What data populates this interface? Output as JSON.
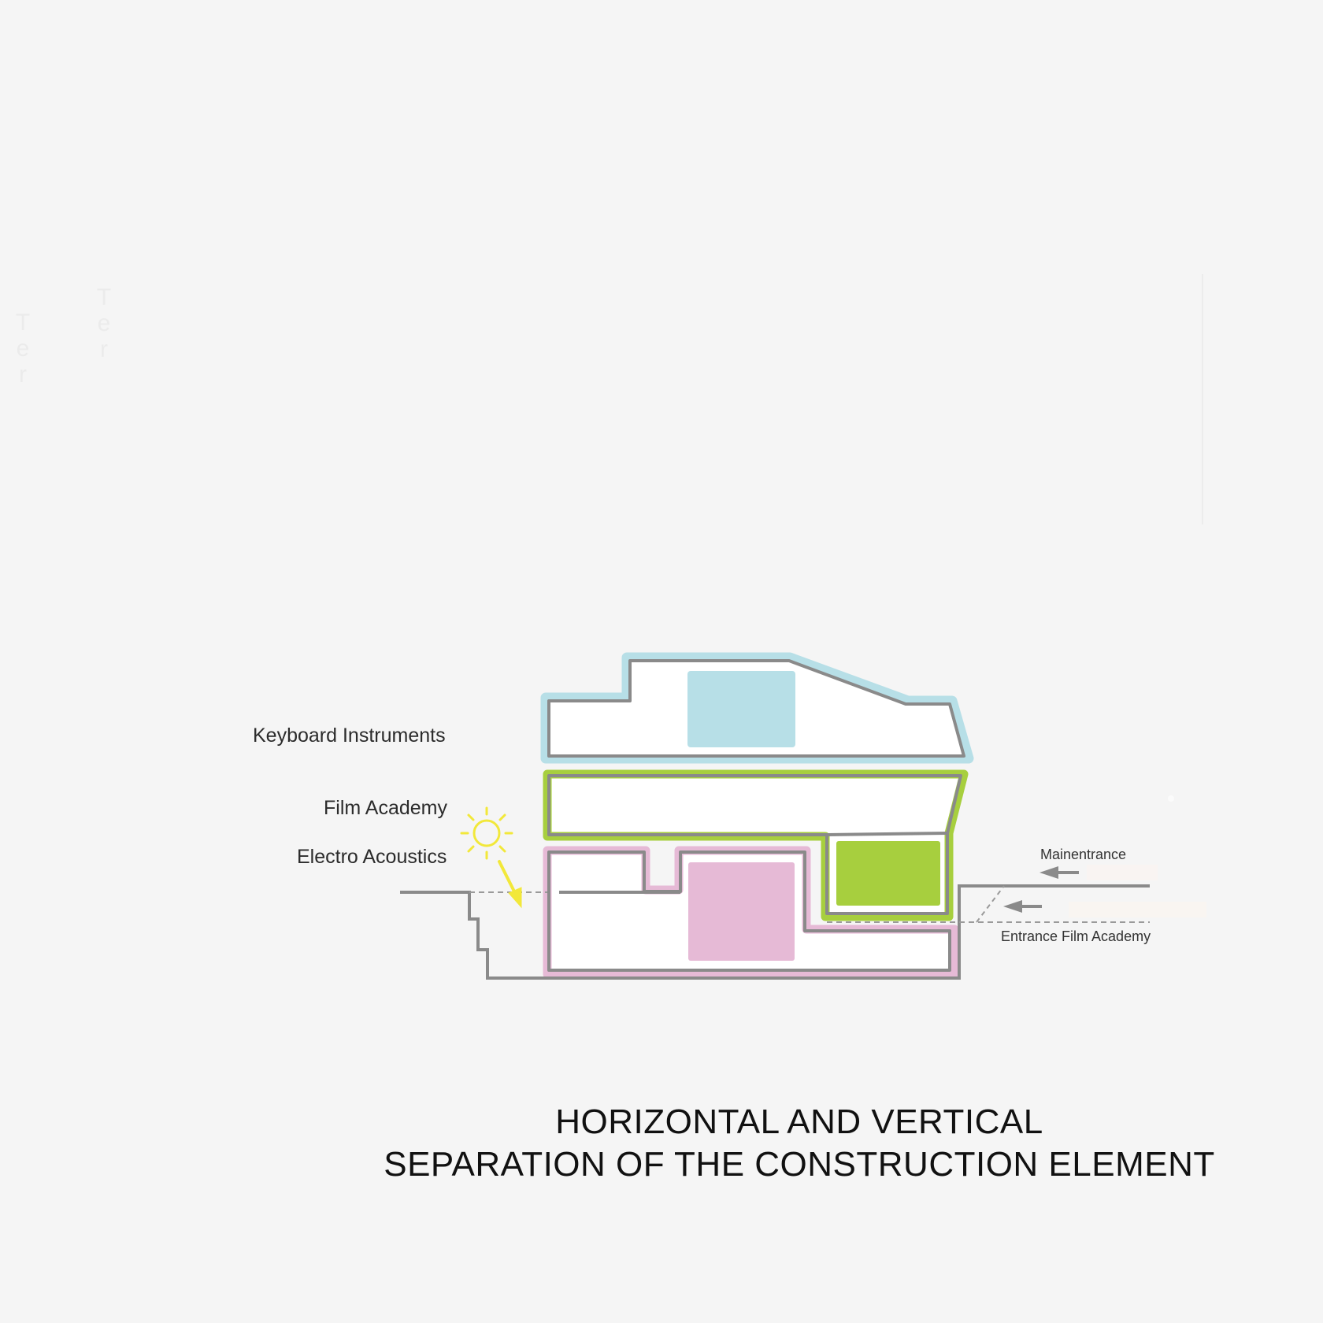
{
  "floors": {
    "keyboard": {
      "label": "Keyboard Instruments",
      "color": "#b7dfe7"
    },
    "film": {
      "label": "Film Academy",
      "color": "#a7cf3e"
    },
    "electro": {
      "label": "Electro Acoustics",
      "color": "#e6bad6"
    }
  },
  "entrances": {
    "main": {
      "label": "Mainentrance"
    },
    "film": {
      "label": "Entrance Film Academy"
    }
  },
  "colors": {
    "outline": "#8a8a8a",
    "sun": "#f2e83a",
    "background": "#f5f5f5"
  },
  "icons": {
    "sun": "sun-icon",
    "sunlight_arrow": "arrow-down-right-icon",
    "entrance_arrow": "arrow-left-icon"
  },
  "caption": {
    "line1": "HORIZONTAL AND VERTICAL",
    "line2": "SEPARATION OF THE CONSTRUCTION ELEMENT"
  },
  "faint_text": {
    "left": [
      "T",
      "e",
      "r"
    ],
    "right": [
      "T",
      "e",
      "r"
    ]
  }
}
